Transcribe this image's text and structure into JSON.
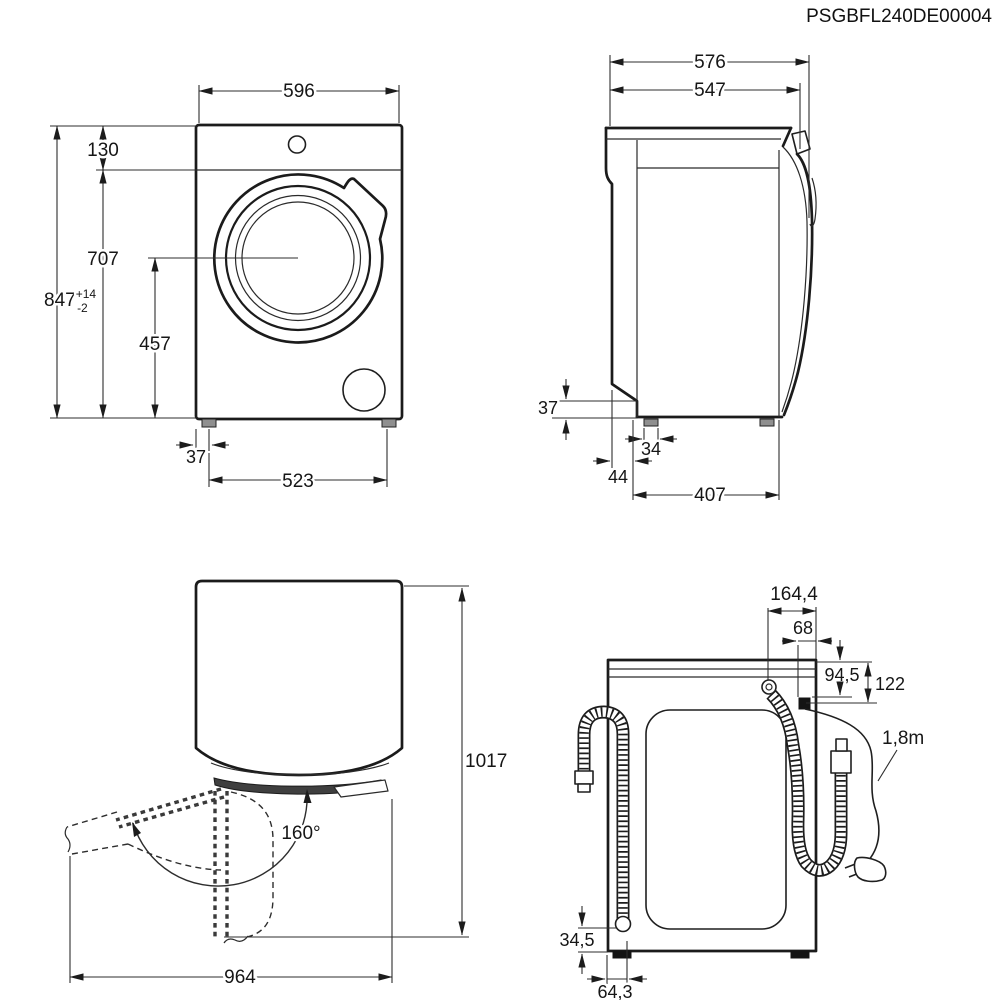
{
  "title": "PSGBFL240DE00004",
  "front_view": {
    "width": "596",
    "top_panel_height": "130",
    "lower_height": "707",
    "total_height": "847",
    "total_height_tol_plus": "+14",
    "total_height_tol_minus": "-2",
    "door_center_height": "457",
    "foot_inset": "37",
    "feet_distance": "523"
  },
  "side_view": {
    "total_depth": "576",
    "body_depth": "547",
    "rear_recess_height": "37",
    "foot_width": "34",
    "rear_foot_offset": "44",
    "feet_distance": "407"
  },
  "open_door_view": {
    "depth_door_open": "1017",
    "width_door_open": "964",
    "door_angle": "160°"
  },
  "rear_view": {
    "inlet_hose_from_right": "164,4",
    "cord_from_right": "68",
    "cord_top_offset": "94,5",
    "inlet_top_offset": "122",
    "cord_length": "1,8m",
    "drain_height": "34,5",
    "drain_from_left": "64,3"
  }
}
